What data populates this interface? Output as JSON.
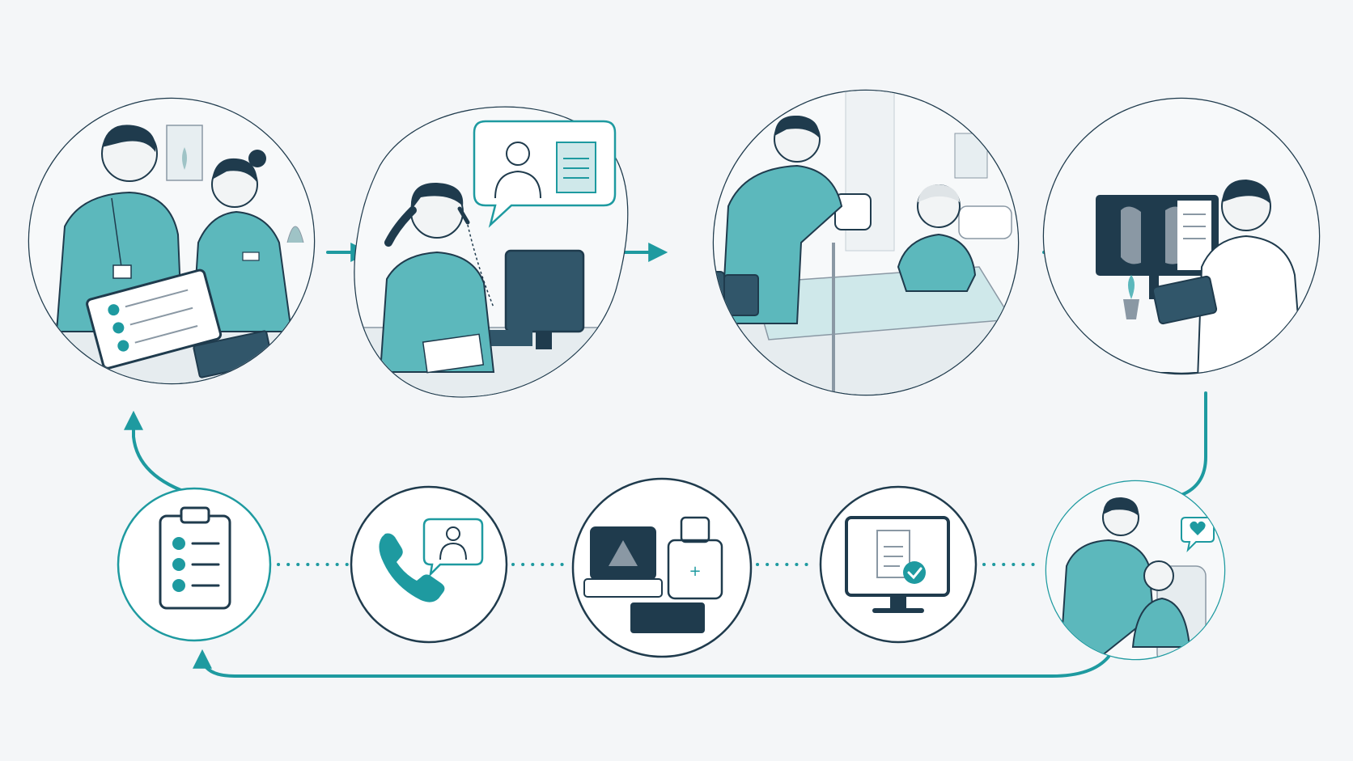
{
  "colors": {
    "background": "#f4f6f8",
    "teal": "#1e9aa0",
    "teal_light": "#5cb8bc",
    "teal_pale": "#cfe8ea",
    "navy": "#1f3b4d",
    "line_gray": "#8a98a4",
    "white": "#ffffff"
  },
  "workflow": {
    "top_scenes": [
      {
        "id": "scene-care-team-review",
        "icon": "care-team-checklist-illustration"
      },
      {
        "id": "scene-phone-consult",
        "icon": "nurse-phone-consult-illustration"
      },
      {
        "id": "scene-bedside-imaging",
        "icon": "bedside-portable-ultrasound-illustration"
      },
      {
        "id": "scene-image-review",
        "icon": "clinician-xray-review-illustration"
      }
    ],
    "bottom_icons": [
      {
        "id": "checklist",
        "icon": "clipboard-checklist-icon"
      },
      {
        "id": "phone-consult",
        "icon": "phone-doctor-icon"
      },
      {
        "id": "portable-devices",
        "icon": "portable-ultrasound-devices-icon"
      },
      {
        "id": "digital-report",
        "icon": "monitor-report-check-icon"
      },
      {
        "id": "patient-support",
        "icon": "nurse-patient-care-icon"
      }
    ]
  }
}
